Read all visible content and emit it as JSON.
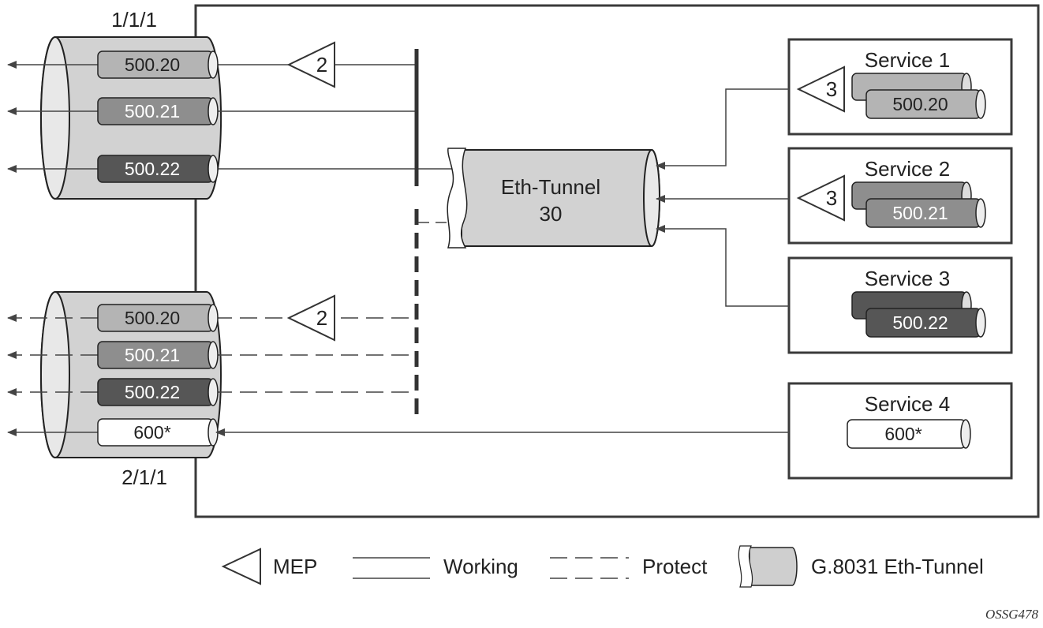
{
  "ports": [
    {
      "label": "1/1/1",
      "saps": [
        "500.20",
        "500.21",
        "500.22"
      ]
    },
    {
      "label": "2/1/1",
      "saps": [
        "500.20",
        "500.21",
        "500.22",
        "600*"
      ]
    }
  ],
  "meps": {
    "port_level": "2",
    "service_level": "3"
  },
  "eth_tunnel": {
    "line1": "Eth-Tunnel",
    "line2": "30"
  },
  "services": [
    {
      "title": "Service 1",
      "sap": "500.20",
      "mep": "3"
    },
    {
      "title": "Service 2",
      "sap": "500.21",
      "mep": "3"
    },
    {
      "title": "Service 3",
      "sap": "500.22"
    },
    {
      "title": "Service 4",
      "sap": "600*"
    }
  ],
  "legend": {
    "mep": "MEP",
    "working": "Working",
    "protect": "Protect",
    "tunnel": "G.8031 Eth-Tunnel"
  },
  "figure_ref": "OSSG478",
  "colors": {
    "sap_20": "#b4b4b4",
    "sap_21": "#8e8e8e",
    "sap_22": "#565656",
    "sap_600": "#ffffff",
    "port": "#d2d2d2",
    "line": "#444444"
  }
}
